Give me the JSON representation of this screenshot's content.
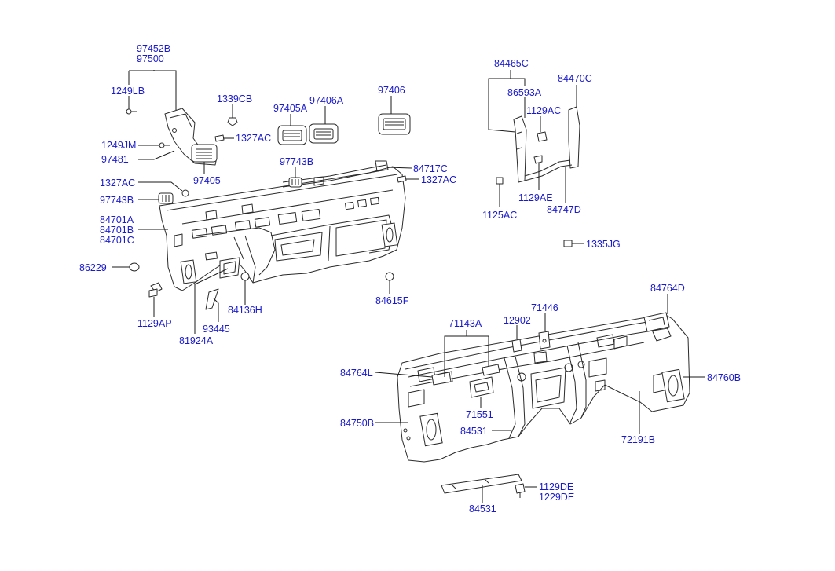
{
  "diagram": {
    "labels": {
      "p97452B": "97452B",
      "p97500": "97500",
      "p1249LB": "1249LB",
      "p1339CB": "1339CB",
      "p97405A": "97405A",
      "p97406A": "97406A",
      "p97406": "97406",
      "p1249JM": "1249JM",
      "p1327AC_a": "1327AC",
      "p97481": "97481",
      "p97405": "97405",
      "p97743B_a": "97743B",
      "p84717C": "84717C",
      "p1327AC_b": "1327AC",
      "p1327AC_c": "1327AC",
      "p97743B_b": "97743B",
      "p84701A": "84701A",
      "p84701B": "84701B",
      "p84701C": "84701C",
      "p86229": "86229",
      "p1129AP": "1129AP",
      "p81924A": "81924A",
      "p93445": "93445",
      "p84136H": "84136H",
      "p84615F": "84615F",
      "p84465C": "84465C",
      "p84470C": "84470C",
      "p86593A": "86593A",
      "p1129AC": "1129AC",
      "p1129AE": "1129AE",
      "p1125AC": "1125AC",
      "p84747D": "84747D",
      "p1335JG": "1335JG",
      "p84764D": "84764D",
      "p71446": "71446",
      "p12902": "12902",
      "p71143A": "71143A",
      "p84764L": "84764L",
      "p84760B": "84760B",
      "p71551": "71551",
      "p84531_a": "84531",
      "p84750B": "84750B",
      "p72191B": "72191B",
      "p1129DE": "1129DE",
      "p1229DE": "1229DE",
      "p84531_b": "84531"
    }
  }
}
